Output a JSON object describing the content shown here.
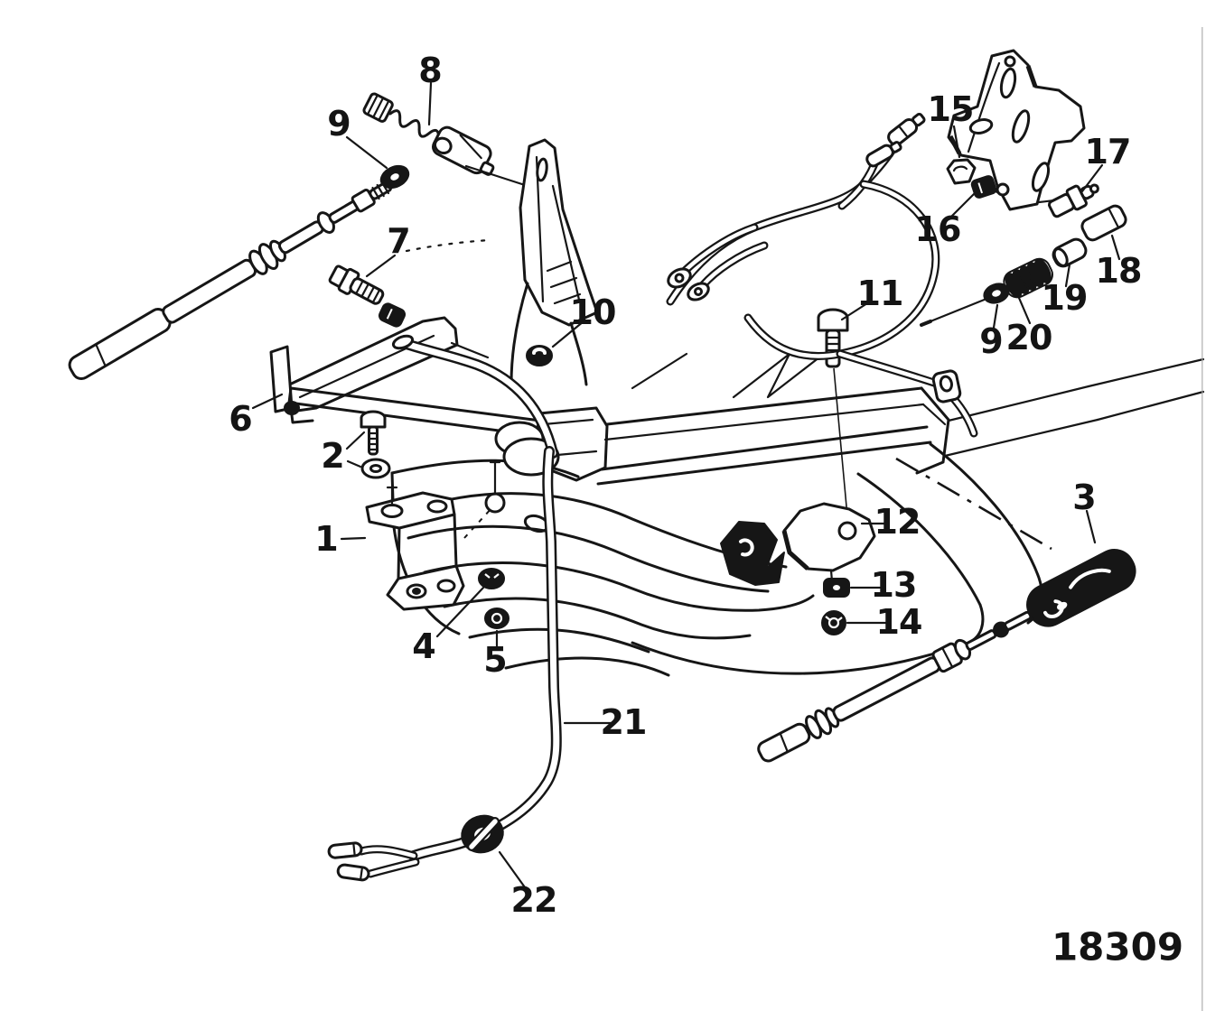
{
  "figure": {
    "drawing_number": "18309"
  },
  "callouts": {
    "c1": {
      "label": "1"
    },
    "c2": {
      "label": "2"
    },
    "c3": {
      "label": "3"
    },
    "c4": {
      "label": "4"
    },
    "c5": {
      "label": "5"
    },
    "c6": {
      "label": "6"
    },
    "c7": {
      "label": "7"
    },
    "c8": {
      "label": "8"
    },
    "c9a": {
      "label": "9"
    },
    "c9b": {
      "label": "9"
    },
    "c10": {
      "label": "10"
    },
    "c11": {
      "label": "11"
    },
    "c12": {
      "label": "12"
    },
    "c13": {
      "label": "13"
    },
    "c14": {
      "label": "14"
    },
    "c15": {
      "label": "15"
    },
    "c16": {
      "label": "16"
    },
    "c17": {
      "label": "17"
    },
    "c18": {
      "label": "18"
    },
    "c19": {
      "label": "19"
    },
    "c20": {
      "label": "20"
    },
    "c21": {
      "label": "21"
    },
    "c22": {
      "label": "22"
    }
  }
}
